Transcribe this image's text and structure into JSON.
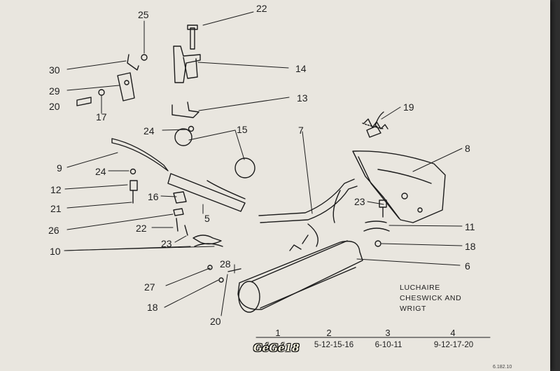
{
  "callouts": [
    {
      "id": "c25",
      "text": "25"
    },
    {
      "id": "c22a",
      "text": "22"
    },
    {
      "id": "c30",
      "text": "30"
    },
    {
      "id": "c14",
      "text": "14"
    },
    {
      "id": "c29",
      "text": "29"
    },
    {
      "id": "c20a",
      "text": "20"
    },
    {
      "id": "c17",
      "text": "17"
    },
    {
      "id": "c13",
      "text": "13"
    },
    {
      "id": "c19",
      "text": "19"
    },
    {
      "id": "c24a",
      "text": "24"
    },
    {
      "id": "c15",
      "text": "15"
    },
    {
      "id": "c7",
      "text": "7"
    },
    {
      "id": "c8",
      "text": "8"
    },
    {
      "id": "c9",
      "text": "9"
    },
    {
      "id": "c24b",
      "text": "24"
    },
    {
      "id": "c12",
      "text": "12"
    },
    {
      "id": "c16",
      "text": "16"
    },
    {
      "id": "c21",
      "text": "21"
    },
    {
      "id": "c5",
      "text": "5"
    },
    {
      "id": "c23a",
      "text": "23"
    },
    {
      "id": "c26",
      "text": "26"
    },
    {
      "id": "c22b",
      "text": "22"
    },
    {
      "id": "c11",
      "text": "11"
    },
    {
      "id": "c23b",
      "text": "23"
    },
    {
      "id": "c18a",
      "text": "18"
    },
    {
      "id": "c10",
      "text": "10"
    },
    {
      "id": "c28",
      "text": "28"
    },
    {
      "id": "c6",
      "text": "6"
    },
    {
      "id": "c27",
      "text": "27"
    },
    {
      "id": "c18b",
      "text": "18"
    },
    {
      "id": "c20b",
      "text": "20"
    }
  ],
  "manufacturer_lines": [
    "LUCHAIRE",
    "CHESWICK AND",
    "WRIGT"
  ],
  "groups": [
    {
      "number": "1",
      "parts": ""
    },
    {
      "number": "2",
      "parts": "5-12-15-16"
    },
    {
      "number": "3",
      "parts": "6-10-11"
    },
    {
      "number": "4",
      "parts": "9-12-17-20"
    }
  ],
  "watermark": "GéGé18",
  "plate_ref": "6.182.10"
}
